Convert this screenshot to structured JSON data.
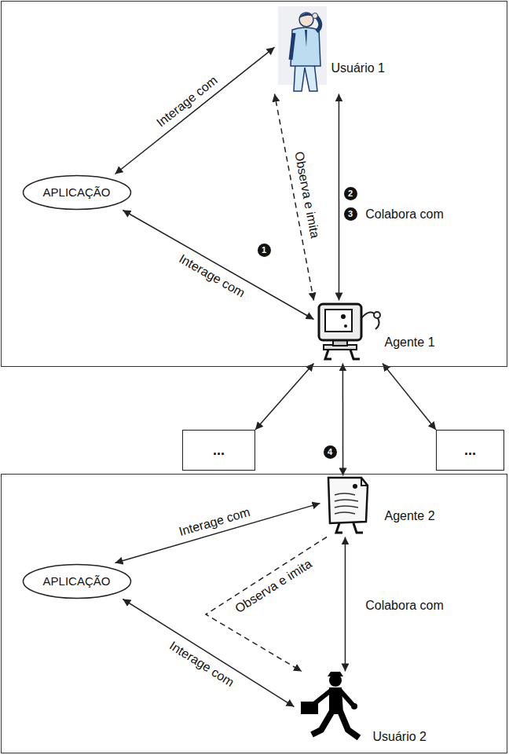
{
  "diagram": {
    "nodes": [
      {
        "text": []
      },
      {
        "text": [
          "Usuário 1"
        ],
        "in": 0
      },
      {
        "text": [
          "APLICAÇÃO"
        ],
        "in": 0
      },
      {
        "text": [
          "Agente 1"
        ],
        "in": 0
      },
      {
        "text": [
          "..."
        ]
      },
      {
        "text": [
          "..."
        ]
      },
      {
        "text": []
      },
      {
        "text": [
          "Agente 2"
        ],
        "in": 6
      },
      {
        "text": [
          "APLICAÇÃO"
        ],
        "in": 6
      },
      {
        "text": [
          "Usuário 2"
        ],
        "in": 6
      }
    ],
    "edges": [
      {
        "from": 2,
        "to": 1,
        "label": "Interage com",
        "arrow": "both"
      },
      {
        "from": 3,
        "to": 1,
        "label": "Observa e imita",
        "arrow": "both"
      },
      {
        "from": 1,
        "to": 3,
        "label": "Colabora com",
        "arrow": "both"
      },
      {
        "from": 2,
        "to": 3,
        "label": "Interage com",
        "arrow": "both"
      },
      {
        "from": 3,
        "to": 4,
        "arrow": "both"
      },
      {
        "from": 3,
        "to": 7,
        "arrow": "both"
      },
      {
        "from": 3,
        "to": 5,
        "arrow": "both"
      },
      {
        "from": 7,
        "to": 8,
        "label": "Interage com",
        "arrow": "both"
      },
      {
        "from": 7,
        "to": 9,
        "label": "Observa e imita",
        "arrow": "to"
      },
      {
        "from": 7,
        "to": 9,
        "label": "Colabora com",
        "arrow": "both"
      },
      {
        "from": 8,
        "to": 9,
        "label": "Interage com",
        "arrow": "both"
      }
    ],
    "labels": [
      "1",
      "2",
      "3",
      "4"
    ]
  }
}
